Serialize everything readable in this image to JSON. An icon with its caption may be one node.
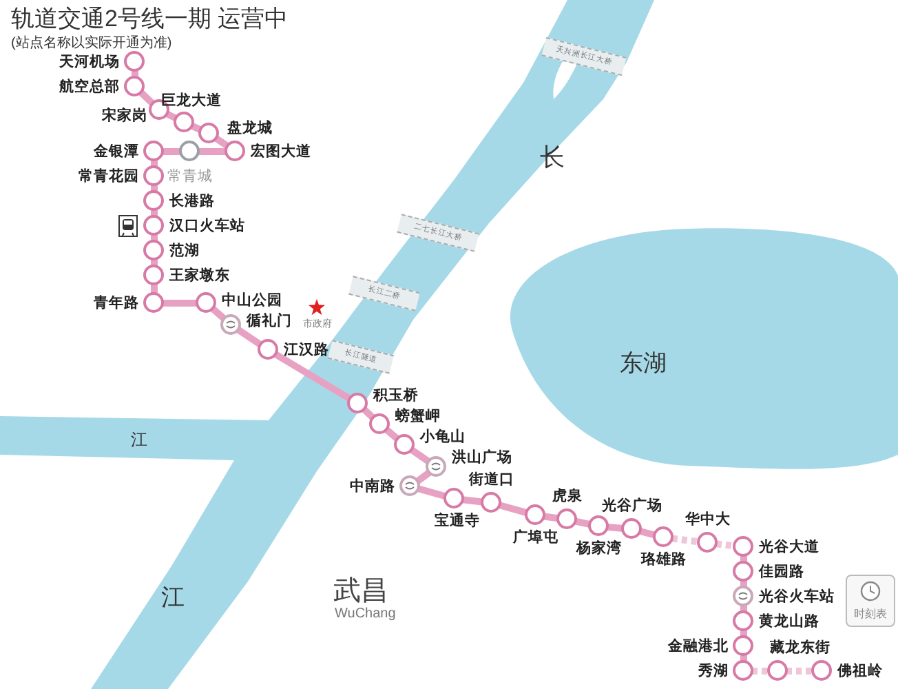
{
  "diagram": {
    "title": "轨道交通2号线一期 运营中",
    "nodes": [
      {
        "text": [],
        "shape": "circle",
        "beside": [
          "天河机场"
        ]
      },
      {
        "text": [],
        "shape": "circle",
        "beside": [
          "航空总部"
        ]
      },
      {
        "text": [],
        "shape": "circle",
        "beside": [
          "宋家岗"
        ]
      },
      {
        "text": [],
        "shape": "circle",
        "beside": [
          "巨龙大道"
        ]
      },
      {
        "text": [],
        "shape": "circle",
        "beside": [
          "盘龙城"
        ]
      },
      {
        "text": [],
        "shape": "circle",
        "beside": [
          "宏图大道"
        ]
      },
      {
        "text": [],
        "shape": "circle",
        "beside": [
          "常青城"
        ]
      },
      {
        "text": [],
        "shape": "circle",
        "beside": [
          "金银潭"
        ]
      },
      {
        "text": [],
        "shape": "circle",
        "beside": [
          "常青花园"
        ]
      },
      {
        "text": [],
        "shape": "circle",
        "beside": [
          "长港路"
        ]
      },
      {
        "text": [],
        "shape": "circle",
        "beside": [
          "汉口火车站"
        ]
      },
      {
        "text": [],
        "shape": "circle",
        "beside": [
          "范湖"
        ]
      },
      {
        "text": [],
        "shape": "circle",
        "beside": [
          "王家墩东"
        ]
      },
      {
        "text": [],
        "shape": "circle",
        "beside": [
          "青年路"
        ]
      },
      {
        "text": [],
        "shape": "circle",
        "beside": [
          "中山公园"
        ]
      },
      {
        "text": [],
        "shape": "circle",
        "beside": [
          "循礼门"
        ]
      },
      {
        "text": [],
        "shape": "circle",
        "beside": [
          "江汉路"
        ]
      },
      {
        "text": [],
        "shape": "circle",
        "beside": [
          "积玉桥"
        ]
      },
      {
        "text": [],
        "shape": "circle",
        "beside": [
          "螃蟹岬"
        ]
      },
      {
        "text": [],
        "shape": "circle",
        "beside": [
          "小龟山"
        ]
      },
      {
        "text": [],
        "shape": "circle",
        "beside": [
          "洪山广场"
        ]
      },
      {
        "text": [],
        "shape": "circle",
        "beside": [
          "中南路"
        ]
      },
      {
        "text": [],
        "shape": "circle",
        "beside": [
          "宝通寺"
        ]
      },
      {
        "text": [],
        "shape": "circle",
        "beside": [
          "街道口"
        ]
      },
      {
        "text": [],
        "shape": "circle",
        "beside": [
          "广埠屯"
        ]
      },
      {
        "text": [],
        "shape": "circle",
        "beside": [
          "虎泉"
        ]
      },
      {
        "text": [],
        "shape": "circle",
        "beside": [
          "杨家湾"
        ]
      },
      {
        "text": [],
        "shape": "circle",
        "beside": [
          "光谷广场"
        ]
      },
      {
        "text": [],
        "shape": "circle",
        "beside": [
          "珞雄路"
        ]
      },
      {
        "text": [],
        "shape": "circle",
        "beside": [
          "华中大"
        ]
      },
      {
        "text": [],
        "shape": "circle",
        "beside": [
          "光谷大道"
        ]
      },
      {
        "text": [],
        "shape": "circle",
        "beside": [
          "佳园路"
        ]
      },
      {
        "text": [],
        "shape": "circle",
        "beside": [
          "光谷火车站"
        ]
      },
      {
        "text": [],
        "shape": "circle",
        "beside": [
          "黄龙山路"
        ]
      },
      {
        "text": [],
        "shape": "circle",
        "beside": [
          "金融港北"
        ]
      },
      {
        "text": [],
        "shape": "circle",
        "beside": [
          "秀湖"
        ]
      },
      {
        "text": [],
        "shape": "circle",
        "beside": [
          "藏龙东街"
        ]
      },
      {
        "text": [],
        "shape": "circle",
        "beside": [
          "佛祖岭"
        ]
      },
      {
        "text": [
          "时刻表"
        ]
      }
    ],
    "edges": [
      {
        "from": 0,
        "to": 1,
        "arrow": "none"
      },
      {
        "from": 1,
        "to": 2,
        "arrow": "none"
      },
      {
        "from": 2,
        "to": 3,
        "arrow": "none"
      },
      {
        "from": 3,
        "to": 4,
        "arrow": "none"
      },
      {
        "from": 4,
        "to": 5,
        "arrow": "none"
      },
      {
        "from": 5,
        "to": 6,
        "arrow": "none"
      },
      {
        "from": 6,
        "to": 7,
        "arrow": "none"
      },
      {
        "from": 7,
        "to": 8,
        "arrow": "none"
      },
      {
        "from": 8,
        "to": 9,
        "arrow": "none"
      },
      {
        "from": 9,
        "to": 10,
        "arrow": "none"
      },
      {
        "from": 10,
        "to": 11,
        "arrow": "none"
      },
      {
        "from": 11,
        "to": 12,
        "arrow": "none"
      },
      {
        "from": 12,
        "to": 13,
        "arrow": "none"
      },
      {
        "from": 13,
        "to": 14,
        "arrow": "none"
      },
      {
        "from": 14,
        "to": 15,
        "arrow": "none"
      },
      {
        "from": 15,
        "to": 16,
        "arrow": "none"
      },
      {
        "from": 16,
        "to": 17,
        "arrow": "none"
      },
      {
        "from": 17,
        "to": 18,
        "arrow": "none"
      },
      {
        "from": 18,
        "to": 19,
        "arrow": "none"
      },
      {
        "from": 19,
        "to": 20,
        "arrow": "none"
      },
      {
        "from": 20,
        "to": 21,
        "arrow": "none"
      },
      {
        "from": 21,
        "to": 22,
        "arrow": "none"
      },
      {
        "from": 22,
        "to": 23,
        "arrow": "none"
      },
      {
        "from": 23,
        "to": 24,
        "arrow": "none"
      },
      {
        "from": 24,
        "to": 25,
        "arrow": "none"
      },
      {
        "from": 25,
        "to": 26,
        "arrow": "none"
      },
      {
        "from": 26,
        "to": 27,
        "arrow": "none"
      },
      {
        "from": 27,
        "to": 28,
        "arrow": "none"
      },
      {
        "from": 28,
        "to": 29,
        "arrow": "none",
        "style": "dashed"
      },
      {
        "from": 29,
        "to": 30,
        "arrow": "none",
        "style": "dashed"
      },
      {
        "from": 30,
        "to": 31,
        "arrow": "none"
      },
      {
        "from": 31,
        "to": 32,
        "arrow": "none"
      },
      {
        "from": 32,
        "to": 33,
        "arrow": "none"
      },
      {
        "from": 33,
        "to": 34,
        "arrow": "none"
      },
      {
        "from": 34,
        "to": 35,
        "arrow": "none"
      },
      {
        "from": 35,
        "to": 36,
        "arrow": "none",
        "style": "dashed"
      },
      {
        "from": 36,
        "to": 37,
        "arrow": "none",
        "style": "dashed"
      }
    ],
    "labels": [
      "(站点名称以实际开通为准)",
      "天兴洲长江大桥",
      "长",
      "二七长江大桥",
      "长江二桥",
      "市政府",
      "长江隧道",
      "东湖",
      "江",
      "武昌",
      "WuChang",
      "江"
    ]
  }
}
